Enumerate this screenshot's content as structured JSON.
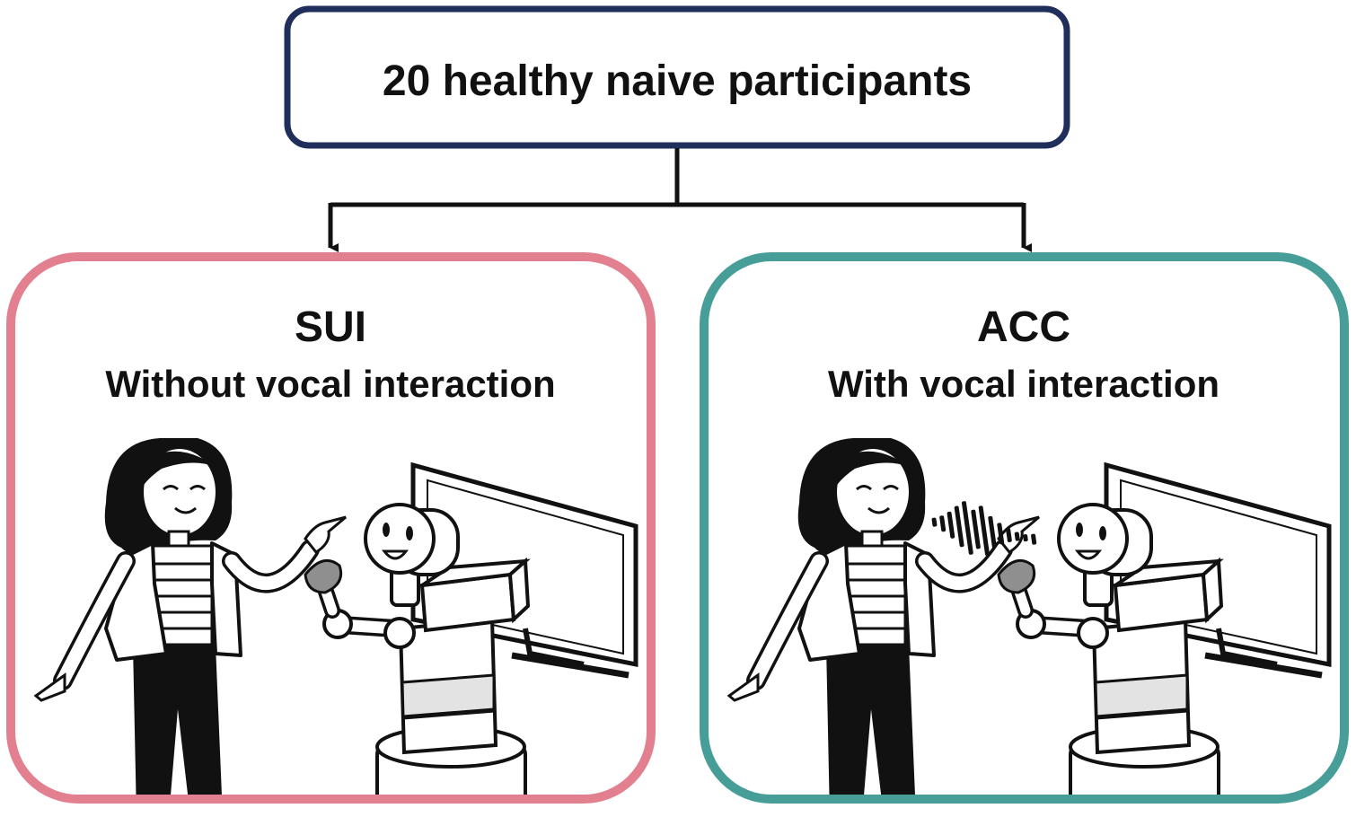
{
  "top_box": {
    "label": "20 healthy naive participants",
    "border_color": "#1f2e5a"
  },
  "left_panel": {
    "title": "SUI",
    "subtitle": "Without vocal interaction",
    "border_color": "#e3808f",
    "shows_voice_waves": false
  },
  "right_panel": {
    "title": "ACC",
    "subtitle": "With vocal interaction",
    "border_color": "#479e98",
    "shows_voice_waves": true
  },
  "connector_color": "#111111"
}
